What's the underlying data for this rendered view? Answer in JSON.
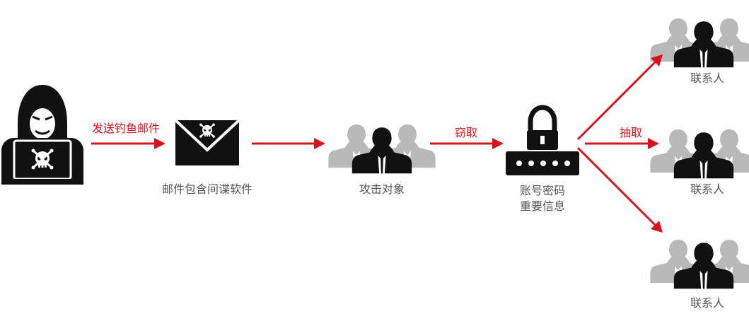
{
  "colors": {
    "arrow": "#d7141e",
    "dark": "#111111",
    "gray": "#b9b9b9",
    "text": "#555555"
  },
  "nodes": {
    "hacker": {
      "icon": "hacker-laptop-skull-icon"
    },
    "email": {
      "icon": "envelope-skull-icon",
      "label": "邮件包含间谍软件"
    },
    "target": {
      "icon": "business-people-icon",
      "label": "攻击对象"
    },
    "password": {
      "icon": "lock-password-icon",
      "label_line1": "账号密码",
      "label_line2": "重要信息"
    },
    "contacts": [
      {
        "icon": "business-people-icon",
        "label": "联系人"
      },
      {
        "icon": "business-people-icon",
        "label": "联系人"
      },
      {
        "icon": "business-people-icon",
        "label": "联系人"
      }
    ]
  },
  "edges": {
    "phishing": "发送钓鱼邮件",
    "steal": "窃取",
    "extract": "抽取"
  }
}
